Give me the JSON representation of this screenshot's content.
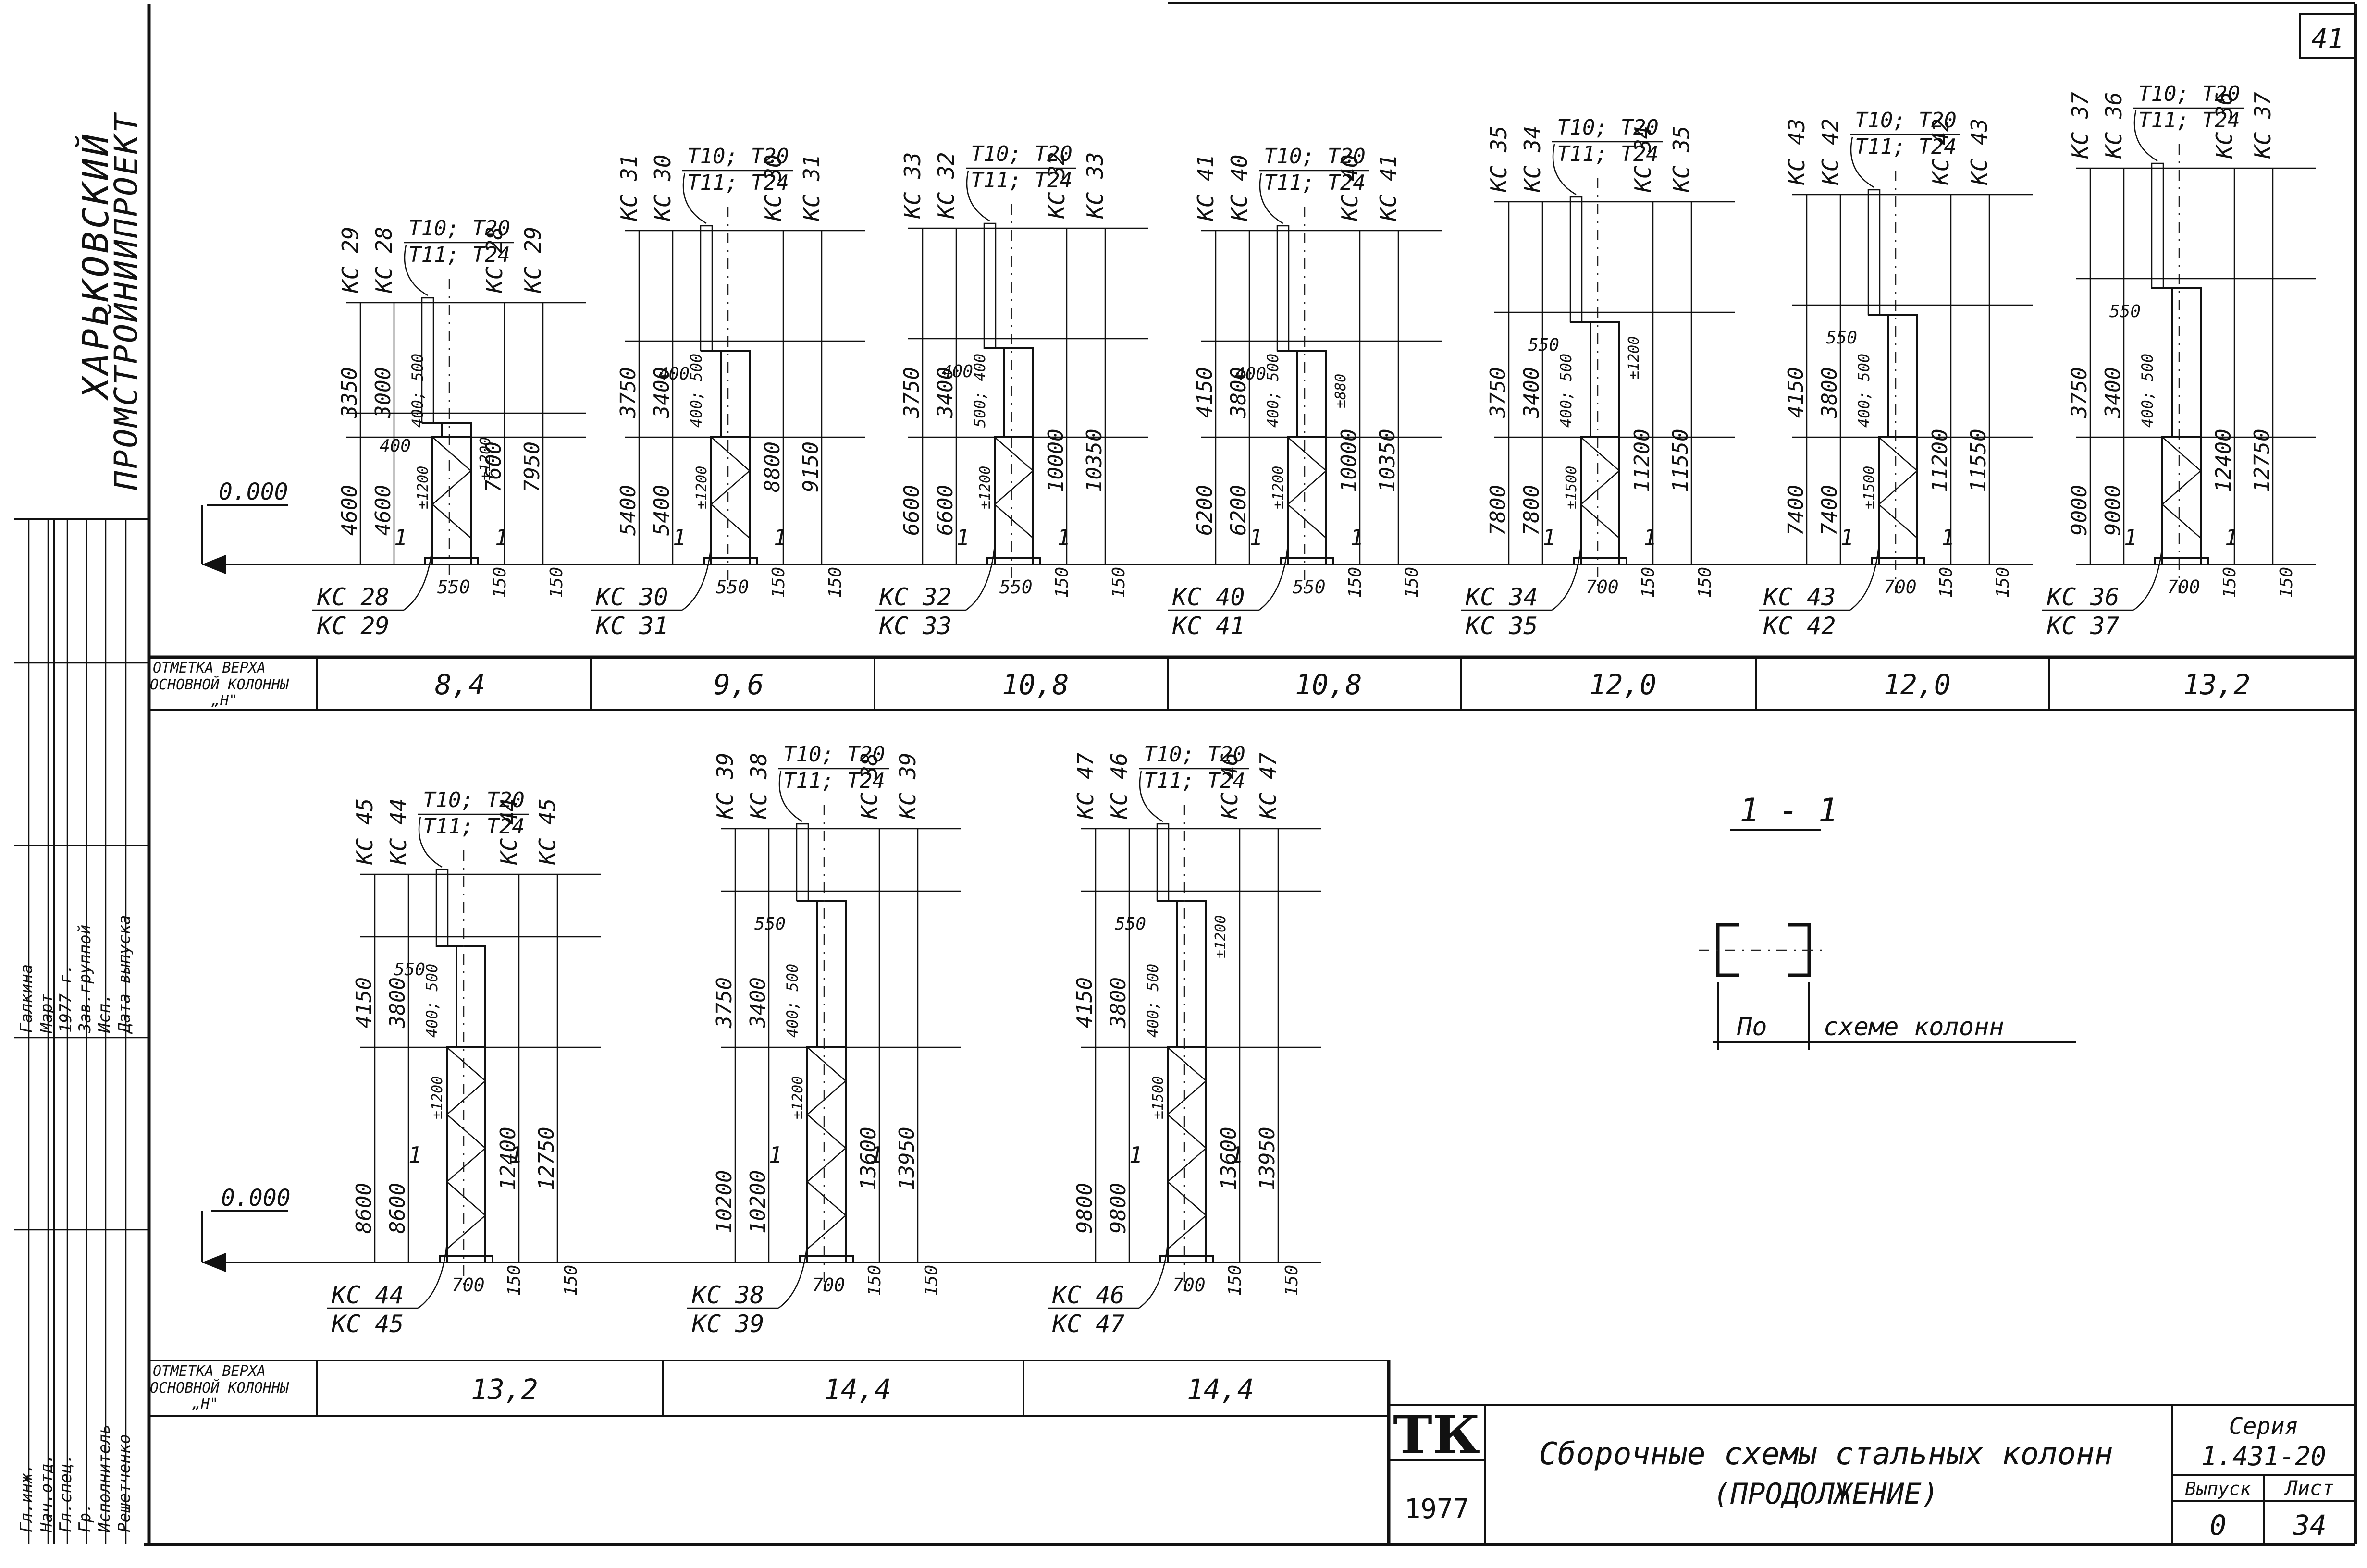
{
  "sheet_corner": "41",
  "org": {
    "line1": "ХАРЬКОВСКИЙ",
    "line2": "ПРОМСТРОЙНИИПРОЕКТ"
  },
  "ground_mark": "0.000",
  "row_label": {
    "l1": "ОТМЕТКА ВЕРХА",
    "l2": "ОСНОВНОЙ КОЛОННЫ",
    "l3": "„Н\""
  },
  "row1": [
    {
      "top": [
        "КС 29",
        "КС 28",
        "КС 28",
        "КС 29"
      ],
      "tee_a": "Т10; Т20",
      "tee_b": "Т11; Т24",
      "h_top": [
        "3350",
        "3000"
      ],
      "h_low": [
        "4600",
        "4600"
      ],
      "mid": "400; 500",
      "step": "400",
      "brace": "±1200",
      "brace2": "±1200",
      "r": [
        "7600",
        "7950"
      ],
      "w": "550",
      "base": "150",
      "base2": "150",
      "cap_a": "КС 28",
      "cap_b": "КС 29",
      "height": "8,4"
    },
    {
      "top": [
        "КС 31",
        "КС 30",
        "КС 30",
        "КС 31"
      ],
      "tee_a": "Т10; Т20",
      "tee_b": "Т11; Т24",
      "h_top": [
        "3750",
        "3400"
      ],
      "h_low": [
        "5400",
        "5400"
      ],
      "mid": "400; 500",
      "step": "400",
      "brace": "±1200",
      "brace2": "",
      "r": [
        "8800",
        "9150"
      ],
      "w": "550",
      "base": "150",
      "base2": "150",
      "cap_a": "КС 30",
      "cap_b": "КС 31",
      "height": "9,6"
    },
    {
      "top": [
        "КС 33",
        "КС 32",
        "КС 32",
        "КС 33"
      ],
      "tee_a": "Т10; Т20",
      "tee_b": "Т11; Т24",
      "h_top": [
        "3750",
        "3400"
      ],
      "h_low": [
        "6600",
        "6600"
      ],
      "mid": "500; 400",
      "step": "400",
      "brace": "±1200",
      "brace2": "",
      "r": [
        "10000",
        "10350"
      ],
      "w": "550",
      "base": "150",
      "base2": "150",
      "cap_a": "КС 32",
      "cap_b": "КС 33",
      "height": "10,8"
    },
    {
      "top": [
        "КС 41",
        "КС 40",
        "КС 40",
        "КС 41"
      ],
      "tee_a": "Т10; Т20",
      "tee_b": "Т11; Т24",
      "h_top": [
        "4150",
        "3800"
      ],
      "h_low": [
        "6200",
        "6200"
      ],
      "mid": "400; 500",
      "step": "400",
      "brace": "±1200",
      "brace2": "±880",
      "r": [
        "10000",
        "10350"
      ],
      "w": "550",
      "base": "150",
      "base2": "150",
      "cap_a": "КС 40",
      "cap_b": "КС 41",
      "height": "10,8"
    },
    {
      "top": [
        "КС 35",
        "КС 34",
        "КС 34",
        "КС 35"
      ],
      "tee_a": "Т10; Т20",
      "tee_b": "Т11; Т24",
      "h_top": [
        "3750",
        "3400"
      ],
      "h_low": [
        "7800",
        "7800"
      ],
      "mid": "400; 500",
      "step": "550",
      "brace": "±1500",
      "brace2": "±1200",
      "r": [
        "11200",
        "11550"
      ],
      "w": "700",
      "base": "150",
      "base2": "150",
      "cap_a": "КС 34",
      "cap_b": "КС 35",
      "height": "12,0"
    },
    {
      "top": [
        "КС 43",
        "КС 42",
        "КС 42",
        "КС 43"
      ],
      "tee_a": "Т10; Т20",
      "tee_b": "Т11; Т24",
      "h_top": [
        "4150",
        "3800"
      ],
      "h_low": [
        "7400",
        "7400"
      ],
      "mid": "400; 500",
      "step": "550",
      "brace": "±1500",
      "brace2": "",
      "r": [
        "11200",
        "11550"
      ],
      "w": "700",
      "base": "150",
      "base2": "150",
      "cap_a": "КС 43",
      "cap_b": "КС 42",
      "height": "12,0"
    },
    {
      "top": [
        "КС 37",
        "КС 36",
        "КС 36",
        "КС 37"
      ],
      "tee_a": "Т10; Т20",
      "tee_b": "Т11; Т24",
      "h_top": [
        "3750",
        "3400"
      ],
      "h_low": [
        "9000",
        "9000"
      ],
      "mid": "400; 500",
      "step": "550",
      "brace": "",
      "brace2": "",
      "r": [
        "12400",
        "12750"
      ],
      "w": "700",
      "base": "150",
      "base2": "150",
      "cap_a": "КС 36",
      "cap_b": "КС 37",
      "height": "13,2"
    }
  ],
  "row2": [
    {
      "top": [
        "КС 45",
        "КС 44",
        "КС 44",
        "КС 45"
      ],
      "tee_a": "Т10; Т20",
      "tee_b": "Т11; Т24",
      "h_top": [
        "4150",
        "3800"
      ],
      "h_low": [
        "8600",
        "8600"
      ],
      "mid": "400; 500",
      "step": "550",
      "brace": "±1200",
      "brace2": "",
      "r": [
        "12400",
        "12750"
      ],
      "w": "700",
      "base": "150",
      "base2": "150",
      "cap_a": "КС 44",
      "cap_b": "КС 45",
      "height": "13,2"
    },
    {
      "top": [
        "КС 39",
        "КС 38",
        "КС 38",
        "КС 39"
      ],
      "tee_a": "Т10; Т20",
      "tee_b": "Т11; Т24",
      "h_top": [
        "3750",
        "3400"
      ],
      "h_low": [
        "10200",
        "10200"
      ],
      "mid": "400; 500",
      "step": "550",
      "brace": "±1200",
      "brace2": "",
      "r": [
        "13600",
        "13950"
      ],
      "w": "700",
      "base": "150",
      "base2": "150",
      "cap_a": "КС 38",
      "cap_b": "КС 39",
      "height": "14,4"
    },
    {
      "top": [
        "КС 47",
        "КС 46",
        "КС 46",
        "КС 47"
      ],
      "tee_a": "Т10; Т20",
      "tee_b": "Т11; Т24",
      "h_top": [
        "4150",
        "3800"
      ],
      "h_low": [
        "9800",
        "9800"
      ],
      "mid": "400; 500",
      "step": "550",
      "brace": "±1500",
      "brace2": "±1200",
      "r": [
        "13600",
        "13950"
      ],
      "w": "700",
      "base": "150",
      "base2": "150",
      "cap_a": "КС 46",
      "cap_b": "КС 47",
      "height": "14,4"
    }
  ],
  "section": {
    "title": "1 - 1",
    "note_a": "По",
    "note_b": "схеме колонн"
  },
  "title_block": {
    "logo": "ТК",
    "year": "1977",
    "title_1": "Сборочные схемы стальных колонн",
    "title_2": "(ПРОДОЛЖЕНИЕ)",
    "series_label": "Серия",
    "series_value": "1.431-20",
    "issue_label": "Выпуск",
    "issue_value": "0",
    "sheet_label": "Лист",
    "sheet_value": "34"
  },
  "stamp": [
    "Гл.инж.",
    "Нач.отд.",
    "Гл.спец.",
    "Гр.",
    "Исполнитель",
    "Решетченко",
    "Галкина",
    "Март",
    "1977 г.",
    "Зав.группой",
    "Исп.",
    "Дата выпуска"
  ]
}
